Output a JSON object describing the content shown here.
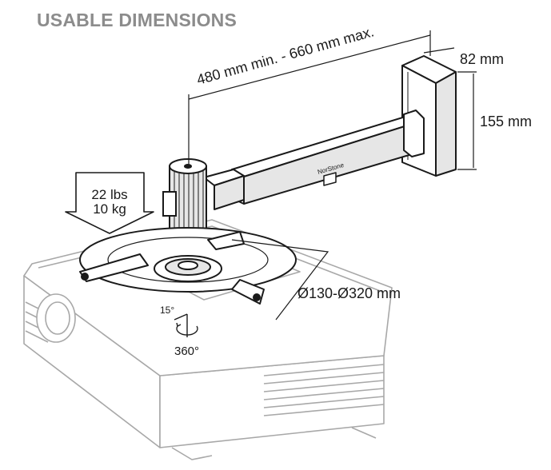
{
  "title": "USABLE DIMENSIONS",
  "labels": {
    "arm_length": "480 mm min. - 660 mm max.",
    "plate_width": "82 mm",
    "plate_height": "155 mm",
    "load_lbs": "22 lbs",
    "load_kg": "10 kg",
    "bracket_diameter": "Ø130-Ø320 mm",
    "tilt": "15°",
    "rotation": "360°",
    "brand": "NorStone"
  },
  "colors": {
    "title": "#8c8c8c",
    "line": "#1a1a1a",
    "projector_line": "#a8a8a8",
    "metal_light": "#e6e6e6",
    "arrow_fill": "#ffffff"
  }
}
